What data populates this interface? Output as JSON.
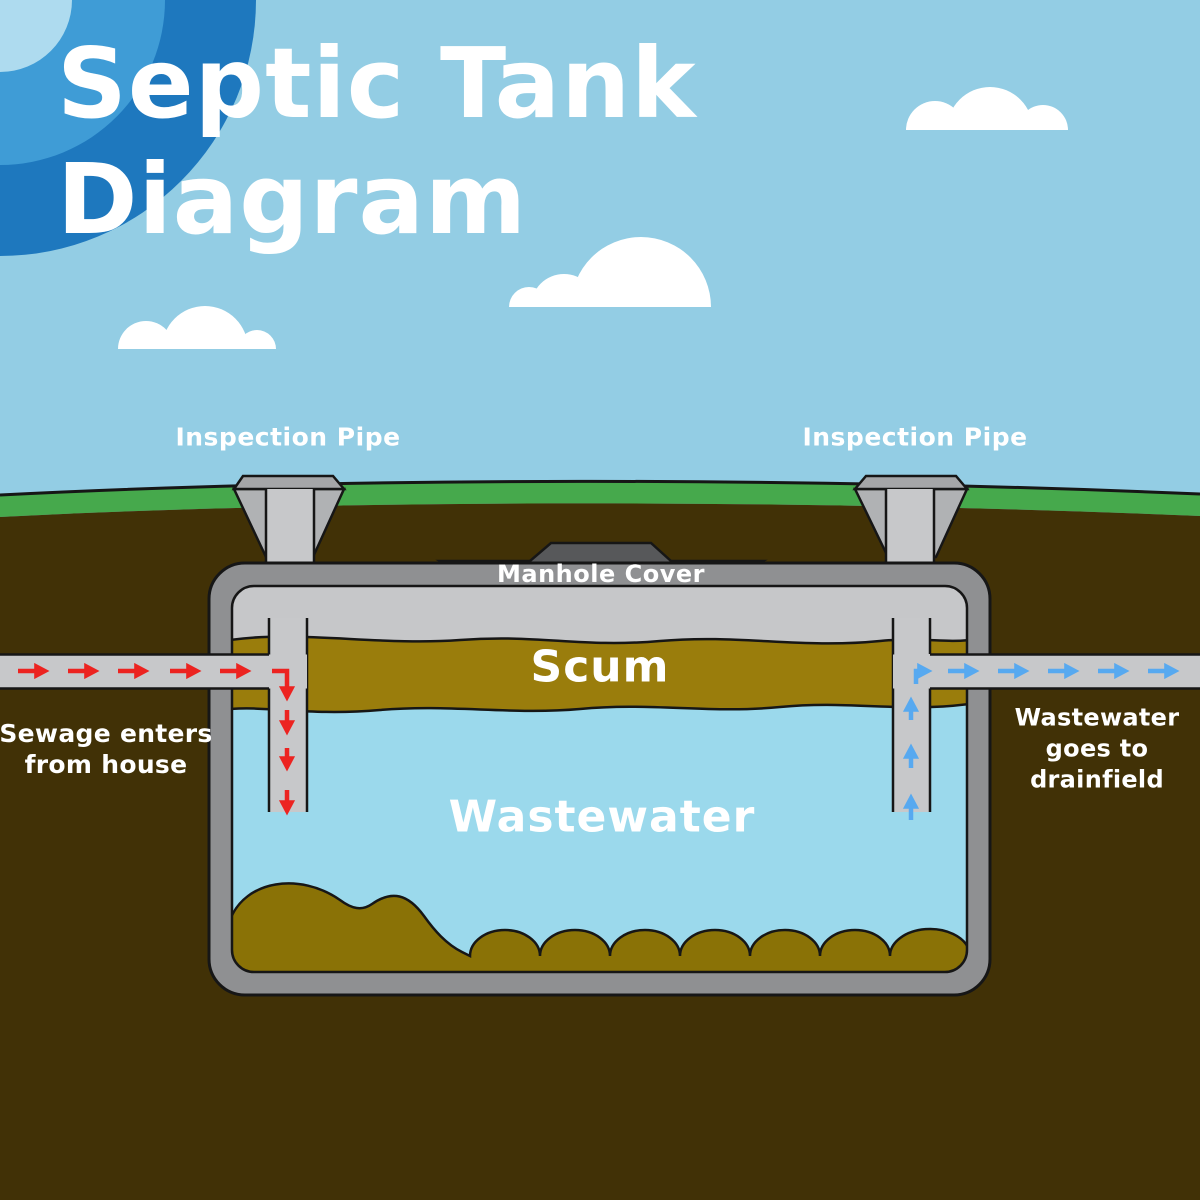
{
  "title": {
    "line1": "Septic Tank",
    "line2": "Diagram"
  },
  "labels": {
    "inspection_pipe_left": "Inspection Pipe",
    "inspection_pipe_right": "Inspection Pipe",
    "manhole_cover": "Manhole Cover",
    "scum": "Scum",
    "wastewater": "Wastewater"
  },
  "captions": {
    "inlet": {
      "line1": "Sewage enters",
      "line2": "from house"
    },
    "outlet": {
      "line1": "Wastewater",
      "line2": "goes to",
      "line3": "drainfield"
    }
  },
  "colors": {
    "sky": "#93CDE4",
    "arc_outer": "#1E78BE",
    "arc_mid": "#3F9CD6",
    "arc_inner": "#AEDBEF",
    "cloud": "#FFFFFF",
    "grass": "#46A94C",
    "soil": "#413106",
    "outline": "#161616",
    "tank_wall": "#8F9092",
    "tank_lid": "#C6C7C9",
    "pipe": "#C7C8CA",
    "pipe_funnel": "#B0B2B4",
    "pipe_cap": "#A5A6A8",
    "manhole": "#57585A",
    "scum": "#9A7D0C",
    "sludge": "#8A7206",
    "wastewater": "#9BD9EC",
    "arrow_red": "#EC2320",
    "arrow_blue": "#57A9F0",
    "text": "#FFFFFF"
  }
}
